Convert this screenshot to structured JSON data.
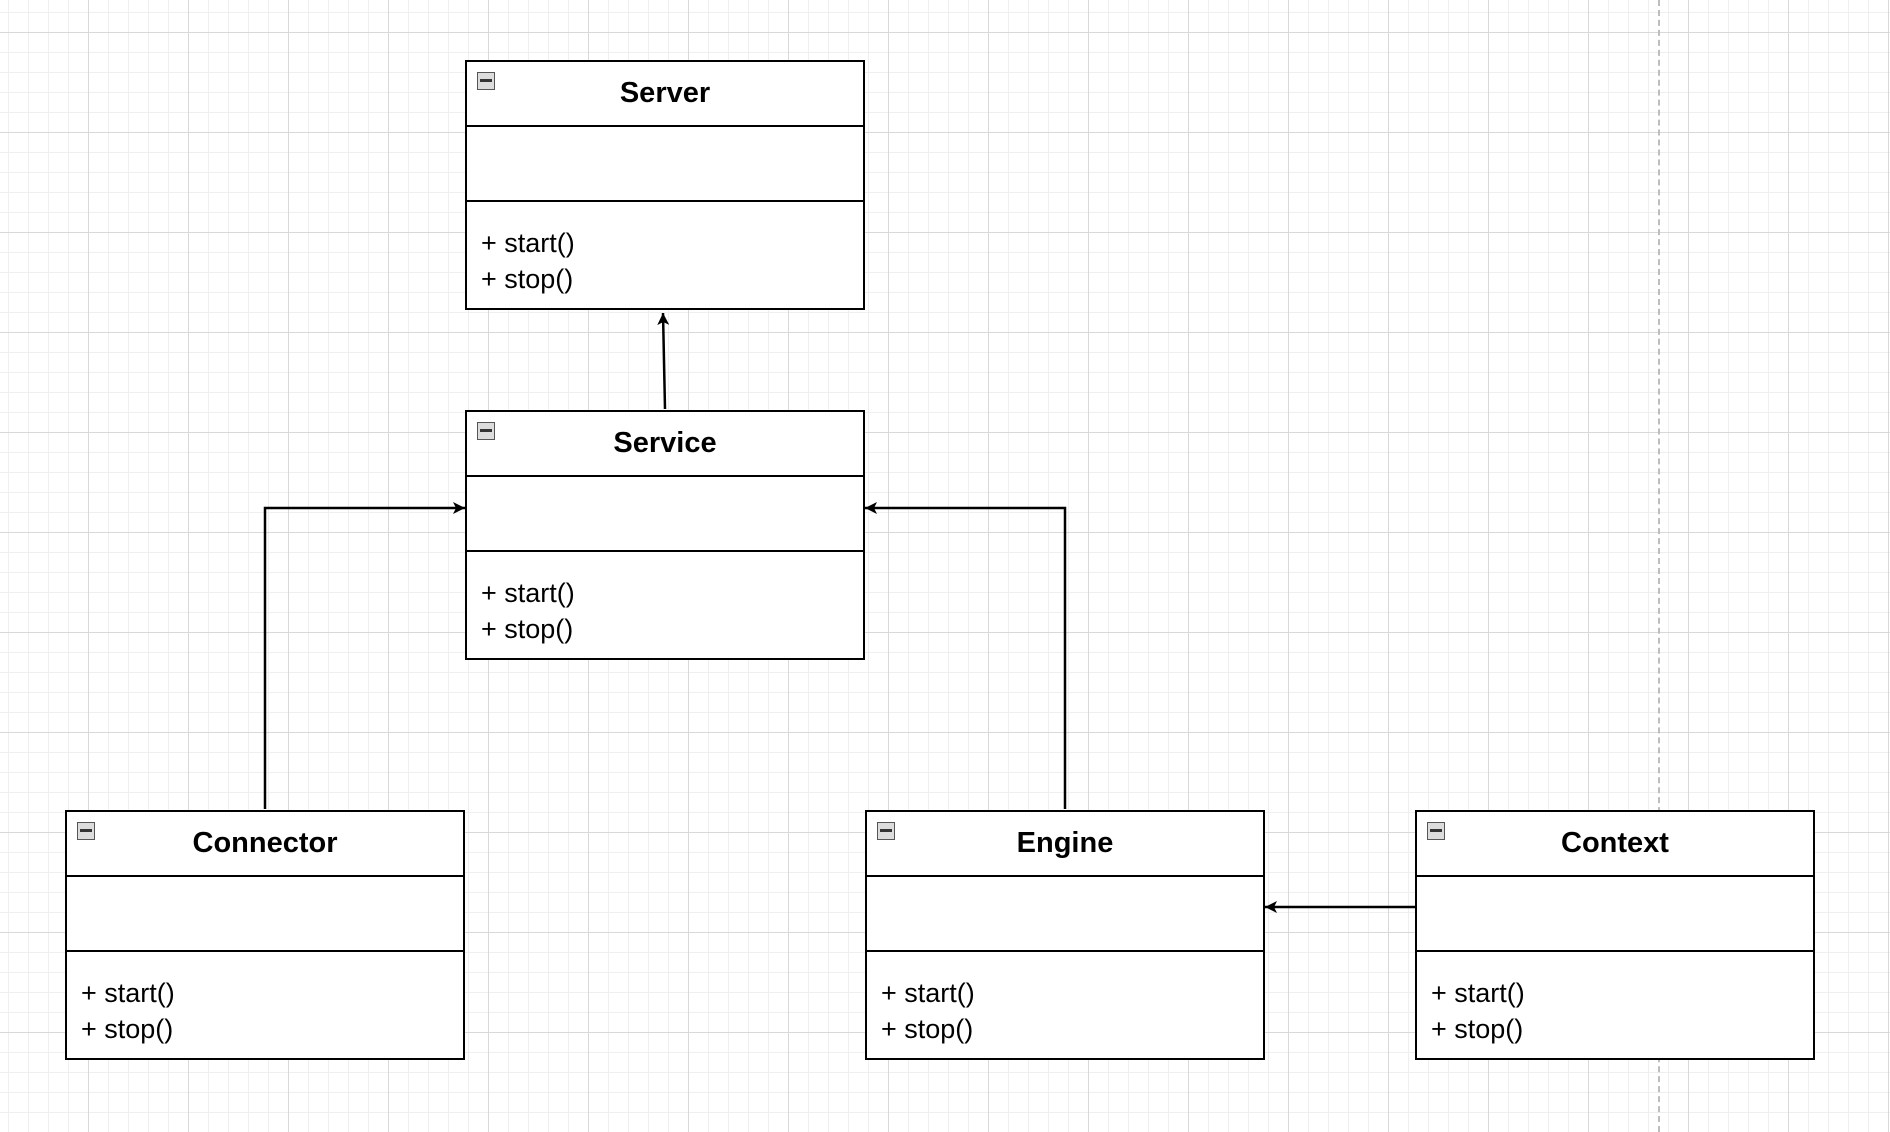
{
  "diagram": {
    "type": "uml-class-diagram",
    "classes": [
      {
        "id": "server",
        "name": "Server",
        "methods": [
          "+ start()",
          "+ stop()"
        ]
      },
      {
        "id": "service",
        "name": "Service",
        "methods": [
          "+ start()",
          "+ stop()"
        ]
      },
      {
        "id": "connector",
        "name": "Connector",
        "methods": [
          "+ start()",
          "+ stop()"
        ]
      },
      {
        "id": "engine",
        "name": "Engine",
        "methods": [
          "+ start()",
          "+ stop()"
        ]
      },
      {
        "id": "context",
        "name": "Context",
        "methods": [
          "+ start()",
          "+ stop()"
        ]
      }
    ],
    "relations": [
      {
        "from": "Service",
        "to": "Server",
        "arrow": "open-arrow"
      },
      {
        "from": "Connector",
        "to": "Service",
        "arrow": "open-arrow"
      },
      {
        "from": "Engine",
        "to": "Service",
        "arrow": "open-arrow"
      },
      {
        "from": "Context",
        "to": "Engine",
        "arrow": "open-arrow"
      }
    ]
  }
}
